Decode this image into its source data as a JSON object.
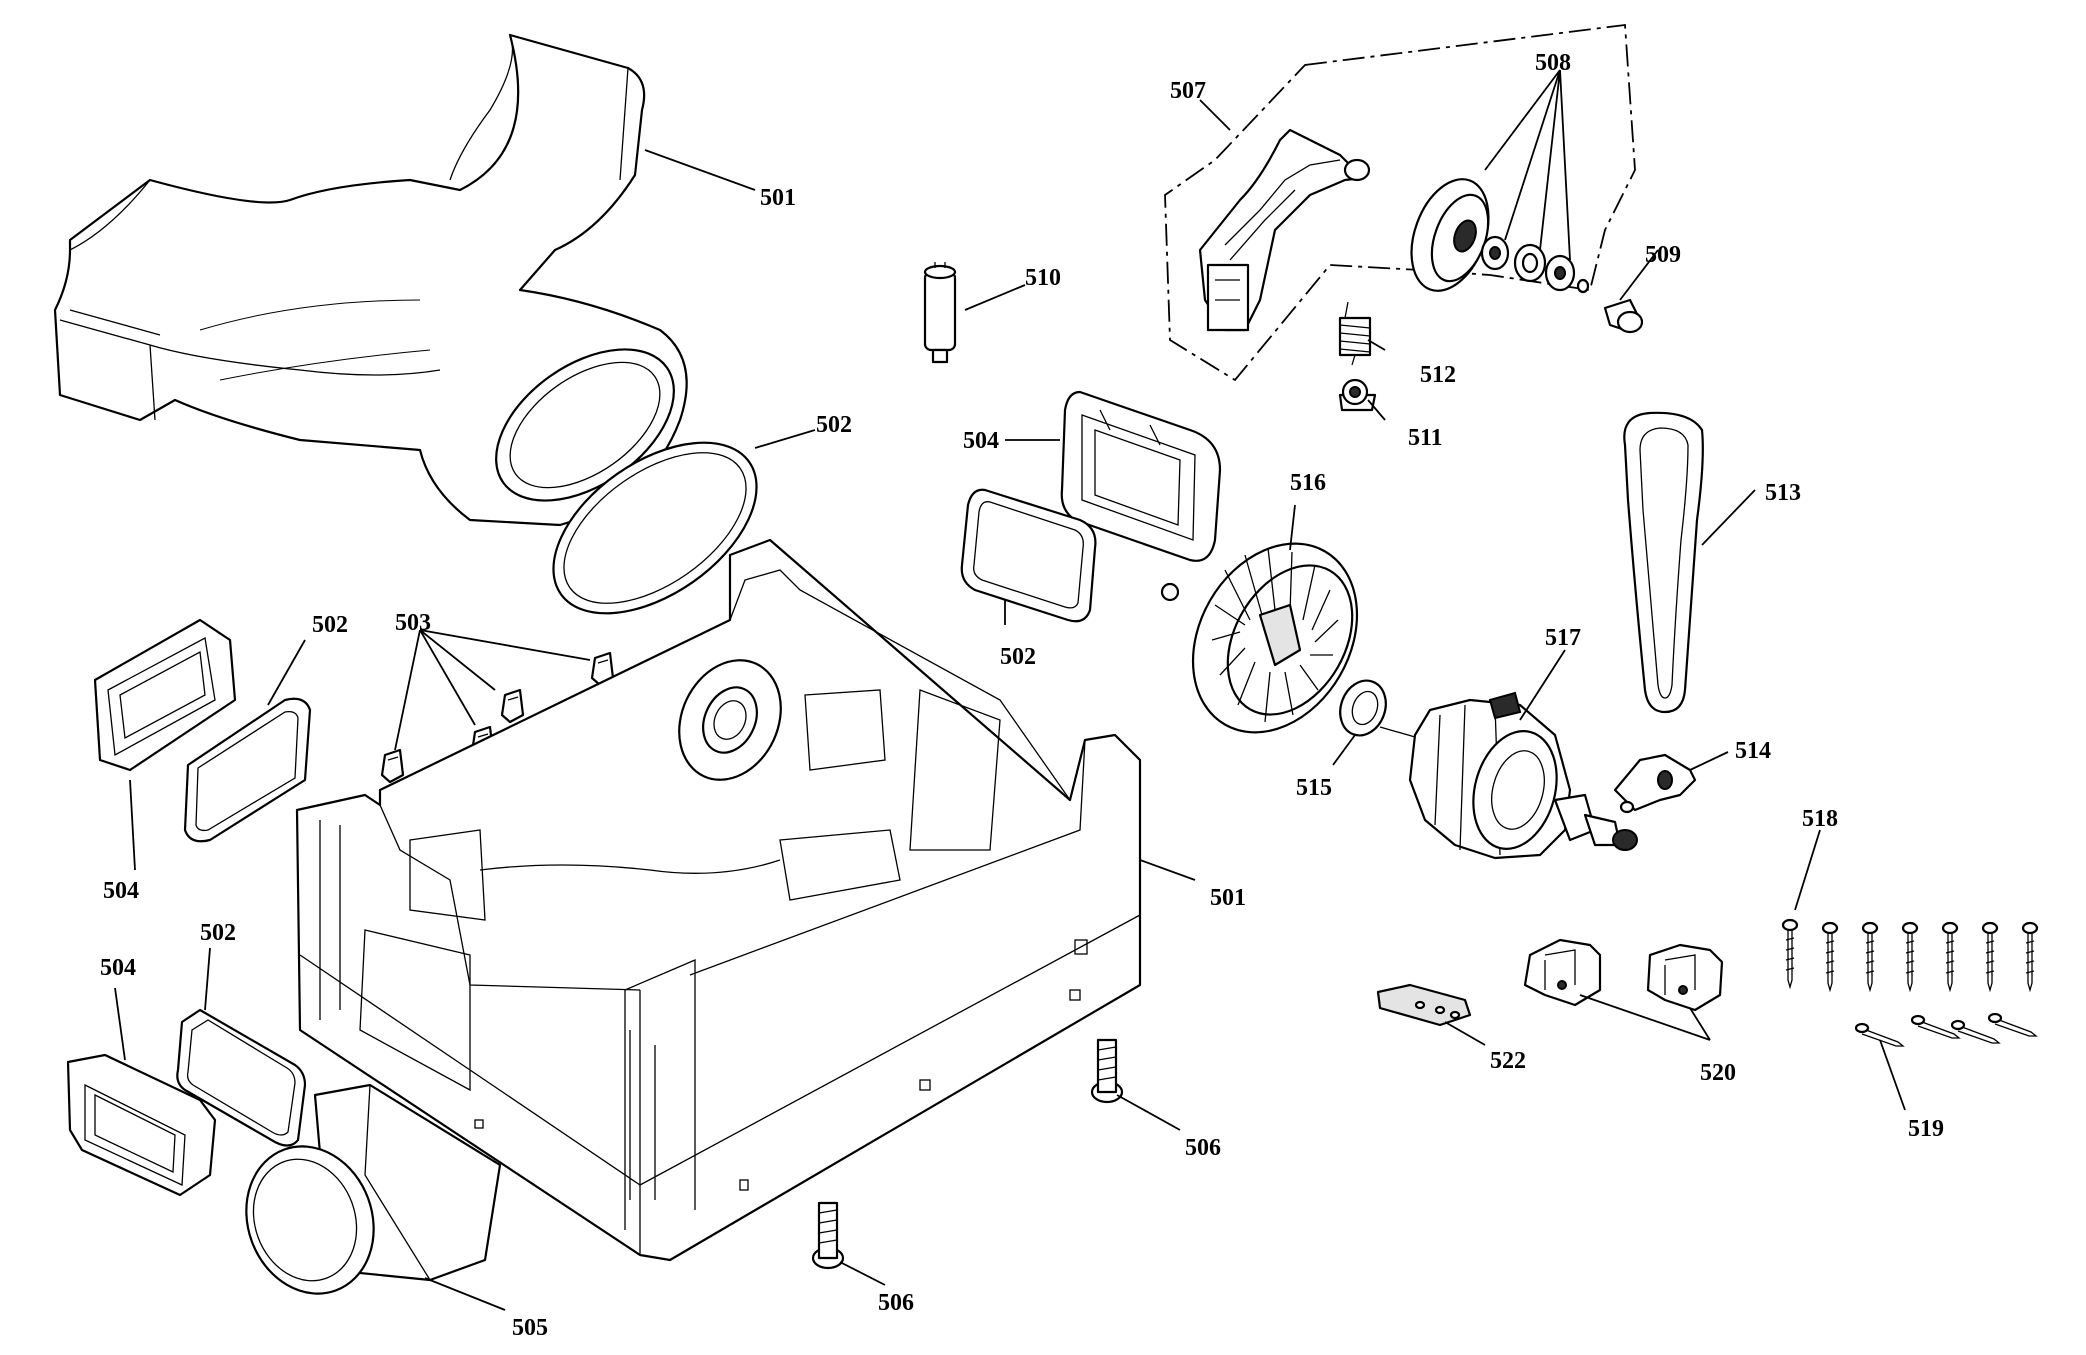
{
  "callouts": {
    "c501_top": "501",
    "c501_base": "501",
    "c502_top": "502",
    "c502_mid": "502",
    "c502_left": "502",
    "c502_low": "502",
    "c503": "503",
    "c504_top": "504",
    "c504_left": "504",
    "c504_low": "504",
    "c505": "505",
    "c506_right": "506",
    "c506_low": "506",
    "c507": "507",
    "c508": "508",
    "c509": "509",
    "c510": "510",
    "c511": "511",
    "c512": "512",
    "c513": "513",
    "c514": "514",
    "c515": "515",
    "c516": "516",
    "c517": "517",
    "c518": "518",
    "c519": "519",
    "c520": "520",
    "c522": "522"
  }
}
